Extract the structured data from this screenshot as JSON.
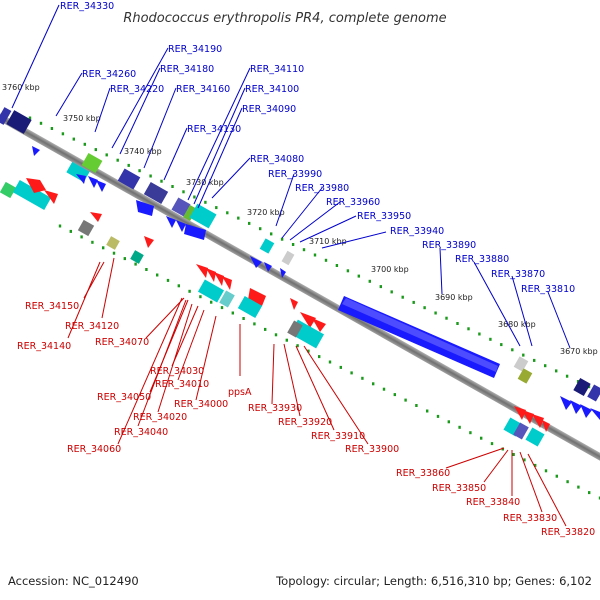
{
  "title": "Rhodococcus erythropolis PR4, complete genome",
  "footer": {
    "accession": "Accession: NC_012490",
    "summary": "Topology: circular; Length: 6,516,310 bp; Genes: 6,102"
  },
  "colors": {
    "forward_label": "#0000cc",
    "reverse_label": "#cc0000",
    "forward_gene": "#1a1aff",
    "reverse_gene": "#ff1a1a",
    "tick": "#1a9a1a",
    "backbone": "#808080"
  },
  "kbp_ticks": [
    "3760 kbp",
    "3750 kbp",
    "3740 kbp",
    "3730 kbp",
    "3720 kbp",
    "3710 kbp",
    "3700 kbp",
    "3690 kbp",
    "3680 kbp",
    "3670 kbp"
  ],
  "forward_labels": [
    "RER_34330",
    "RER_34260",
    "RER_34220",
    "RER_34190",
    "RER_34180",
    "RER_34160",
    "RER_34130",
    "RER_34110",
    "RER_34100",
    "RER_34090",
    "RER_34080",
    "RER_33990",
    "RER_33980",
    "RER_33960",
    "RER_33950",
    "RER_33940",
    "RER_33890",
    "RER_33880",
    "RER_33870",
    "RER_33810"
  ],
  "reverse_labels": [
    "RER_34150",
    "RER_34120",
    "RER_34140",
    "RER_34070",
    "RER_34030",
    "RER_34010",
    "RER_34050",
    "RER_34000",
    "RER_34020",
    "RER_34040",
    "RER_34060",
    "ppsA",
    "RER_33930",
    "RER_33920",
    "RER_33910",
    "RER_33900",
    "RER_33860",
    "RER_33850",
    "RER_33840",
    "RER_33830",
    "RER_33820"
  ]
}
